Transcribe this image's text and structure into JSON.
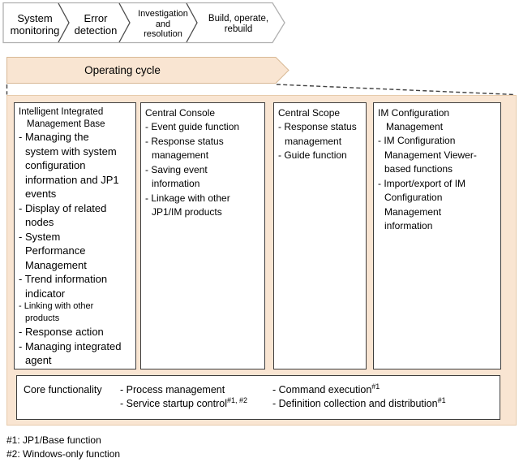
{
  "colors": {
    "panel_fill": "#F9E5D2",
    "panel_border": "#E7CBAC",
    "arrow_fill": "#F9E5D2",
    "arrow_border": "#D8B895",
    "box_border": "#3D3D3D",
    "flow_outline_gray": "#B0B0B0",
    "flow_separator_dark": "#4A4A4A",
    "dashed_line": "#404040",
    "text": "#000000"
  },
  "process_flow": {
    "steps": [
      {
        "label": "System\nmonitoring"
      },
      {
        "label": "Error\ndetection"
      },
      {
        "label": "Investigation\nand\nresolution"
      },
      {
        "label": "Build, operate,\nrebuild"
      }
    ]
  },
  "operating_cycle": {
    "label": "Operating cycle"
  },
  "components": {
    "boxes": [
      {
        "title": "Intelligent Integrated\nManagement Base",
        "items": [
          {
            "text": "- Managing the\nsystem with system\nconfiguration\ninformation and JP1\nevents"
          },
          {
            "text": "- Display of related\nnodes"
          },
          {
            "text": "- System\nPerformance\nManagement"
          },
          {
            "text": "- Trend information\nindicator"
          },
          {
            "text": "- Linking with other\nproducts",
            "small": true
          },
          {
            "text": "- Response action"
          },
          {
            "text": "- Managing integrated\nagent"
          }
        ]
      },
      {
        "title": "Central Console",
        "items": [
          {
            "text": "- Event guide function"
          },
          {
            "text": "- Response status\nmanagement"
          },
          {
            "text": "- Saving event\ninformation"
          },
          {
            "text": "- Linkage with other\nJP1/IM products"
          }
        ]
      },
      {
        "title": "Central Scope",
        "items": [
          {
            "text": "- Response status\nmanagement"
          },
          {
            "text": "- Guide function"
          }
        ]
      },
      {
        "title": "IM Configuration\nManagement",
        "items": [
          {
            "text": "- IM Configuration\nManagement Viewer-\nbased functions"
          },
          {
            "text": "- Import/export of IM\nConfiguration\nManagement\ninformation"
          }
        ]
      }
    ]
  },
  "core": {
    "label": "Core functionality",
    "col1": [
      {
        "text": "- Process management"
      },
      {
        "text": "- Service startup control",
        "sup": "#1, #2"
      }
    ],
    "col2": [
      {
        "text": "- Command execution",
        "sup": "#1"
      },
      {
        "text": "- Definition collection and distribution",
        "sup": "#1"
      }
    ]
  },
  "footnotes": [
    {
      "text": "#1: JP1/Base function"
    },
    {
      "text": "#2: Windows-only function"
    }
  ]
}
